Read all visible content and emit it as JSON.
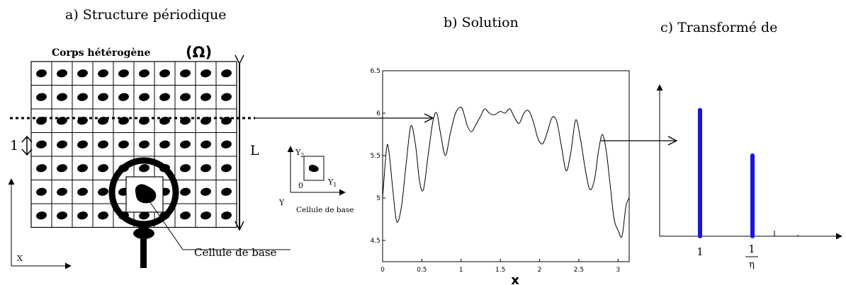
{
  "panel_a": {
    "title": "a) Structure périodique",
    "body_label": "Corps hétérogène",
    "omega_label": "(Ω)",
    "length_label": "L",
    "cell_size_label": "1",
    "axis_x_label": "X",
    "magnifier_callout": "Cellule de base",
    "grid_rows": 7,
    "grid_cols": 10
  },
  "inset": {
    "y1_label": "Y",
    "y1_sub": "1",
    "y2_label": "Y",
    "y2_sub": "2",
    "origin_label": "0",
    "y_label": "Y",
    "caption": "Cellule de base"
  },
  "panel_b": {
    "title": "b) Solution",
    "xlabel": "x"
  },
  "panel_c": {
    "title": "c) Transformé de",
    "peak1_label": "1",
    "peak2_num": "1",
    "peak2_den": "η"
  },
  "chart_data": [
    {
      "type": "line",
      "title": "b) Solution",
      "xlabel": "x",
      "ylabel": "",
      "xlim": [
        0,
        3.1416
      ],
      "ylim": [
        4.25,
        6.5
      ],
      "xticks": [
        0,
        0.5,
        1,
        1.5,
        2,
        2.5,
        3
      ],
      "yticks": [
        4.5,
        5,
        5.5,
        6,
        6.5
      ],
      "x": [
        0,
        0.05,
        0.08,
        0.13,
        0.18,
        0.24,
        0.3,
        0.36,
        0.42,
        0.47,
        0.52,
        0.58,
        0.64,
        0.69,
        0.74,
        0.8,
        0.86,
        0.93,
        1.0,
        1.04,
        1.08,
        1.13,
        1.18,
        1.24,
        1.3,
        1.36,
        1.42,
        1.5,
        1.56,
        1.62,
        1.68,
        1.74,
        1.8,
        1.86,
        1.92,
        1.98,
        2.04,
        2.1,
        2.16,
        2.22,
        2.28,
        2.34,
        2.4,
        2.46,
        2.52,
        2.58,
        2.64,
        2.7,
        2.75,
        2.8,
        2.85,
        2.9,
        2.95,
        3.0,
        3.05,
        3.1,
        3.14
      ],
      "y": [
        5.0,
        5.58,
        5.55,
        5.1,
        4.72,
        4.9,
        5.4,
        5.85,
        5.62,
        5.2,
        5.1,
        5.5,
        5.9,
        6.0,
        5.75,
        5.5,
        5.75,
        6.0,
        6.07,
        5.98,
        5.85,
        5.78,
        5.85,
        5.95,
        6.05,
        6.0,
        5.98,
        6.02,
        6.0,
        6.05,
        5.95,
        5.88,
        6.0,
        6.03,
        5.9,
        5.7,
        5.64,
        5.78,
        5.95,
        5.9,
        5.6,
        5.32,
        5.55,
        5.92,
        5.7,
        5.35,
        5.1,
        5.22,
        5.55,
        5.75,
        5.55,
        5.15,
        4.75,
        4.62,
        4.55,
        4.9,
        5.0
      ]
    },
    {
      "type": "bar",
      "title": "c) Transformé de",
      "categories": [
        "1",
        "1/η"
      ],
      "values": [
        1.0,
        0.64
      ],
      "ylim": [
        0,
        1.2
      ],
      "bar_color": "#1414e6"
    }
  ]
}
